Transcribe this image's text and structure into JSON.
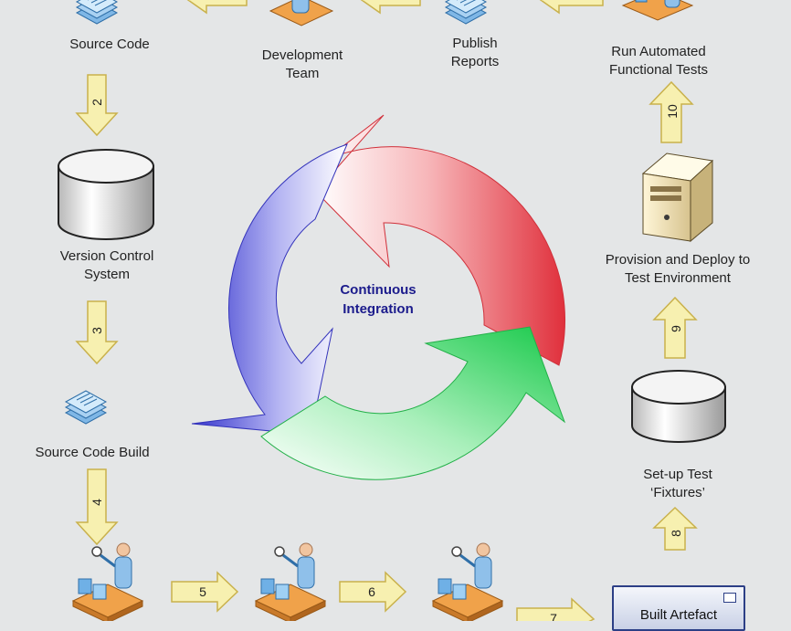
{
  "labels": {
    "source_code": "Source Code",
    "development_team_1": "Development",
    "development_team_2": "Team",
    "publish_reports_1": "Publish",
    "publish_reports_2": "Reports",
    "run_tests_1": "Run Automated",
    "run_tests_2": "Functional Tests",
    "vcs_1": "Version Control",
    "vcs_2": "System",
    "provision_1": "Provision and Deploy to",
    "provision_2": "Test Environment",
    "source_code_build": "Source Code Build",
    "fixtures_1": "Set-up Test",
    "fixtures_2": "‘Fixtures’",
    "built_artefact": "Built Artefact"
  },
  "center": {
    "line1": "Continuous",
    "line2": "Integration"
  },
  "steps": {
    "s2": "2",
    "s3": "3",
    "s4": "4",
    "s5": "5",
    "s6": "6",
    "s7": "7",
    "s8": "8",
    "s9": "9",
    "s10": "10"
  },
  "colors": {
    "arrow_fill": "#f7f0b0",
    "arrow_stroke": "#c9b14c",
    "cycle_red": "#e8505a",
    "cycle_blue": "#4a4ad8",
    "cycle_green": "#2fd35a",
    "title_blue": "#1b1b8c"
  }
}
